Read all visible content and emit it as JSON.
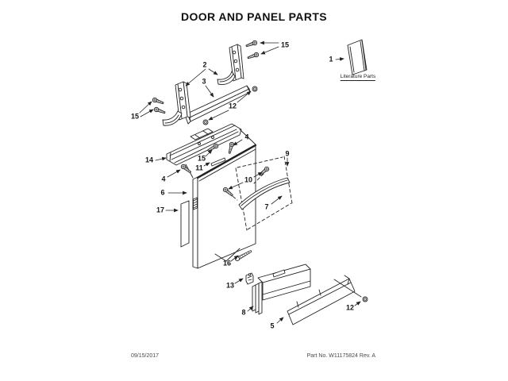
{
  "title": "DOOR AND PANEL PARTS",
  "literature": {
    "label": "Literature Parts"
  },
  "footer": {
    "date": "09/15/2017",
    "part_no": "Part No. W11175824  Rev. A"
  },
  "callouts": {
    "c1": "1",
    "c2": "2",
    "c3": "3",
    "c4_top": "4",
    "c4_left": "4",
    "c5": "5",
    "c6": "6",
    "c7": "7",
    "c8": "8",
    "c9": "9",
    "c10": "10",
    "c11": "11",
    "c12_top": "12",
    "c12_bottom": "12",
    "c13": "13",
    "c14": "14",
    "c15_top_right": "15",
    "c15_left": "15",
    "c15_mid": "15",
    "c16": "16",
    "c17": "17"
  },
  "colors": {
    "line": "#222222",
    "text": "#161616",
    "footer_text": "#4a4a4a",
    "background": "#ffffff"
  }
}
